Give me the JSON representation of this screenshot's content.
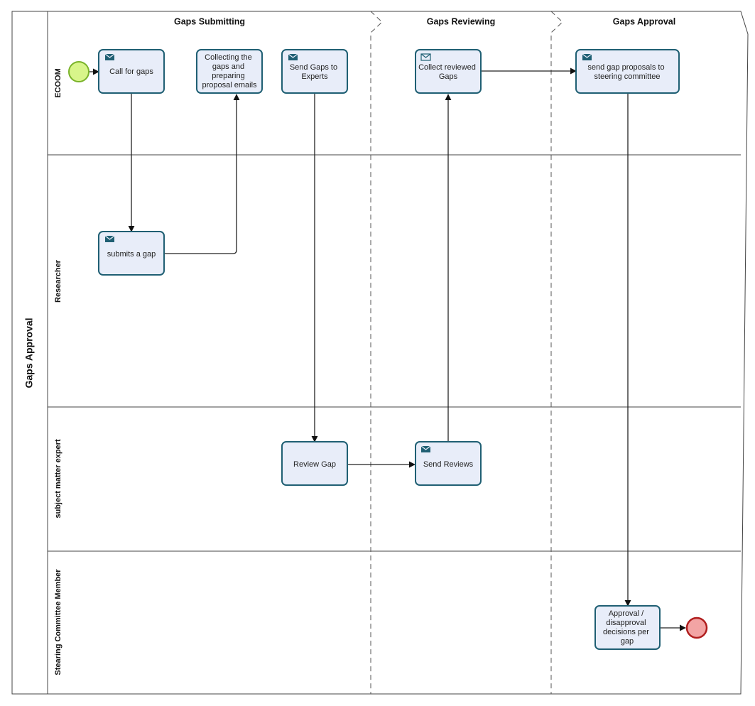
{
  "pool": {
    "title": "Gaps Approval"
  },
  "lanes": [
    {
      "id": "ecoom",
      "label": "ECOOM"
    },
    {
      "id": "researcher",
      "label": "Researcher"
    },
    {
      "id": "expert",
      "label": "subject matter expert"
    },
    {
      "id": "committee",
      "label": "Stearing Committee Member"
    }
  ],
  "phases": [
    {
      "id": "submitting",
      "label": "Gaps Submitting"
    },
    {
      "id": "reviewing",
      "label": "Gaps Reviewing"
    },
    {
      "id": "approval",
      "label": "Gaps Approval"
    }
  ],
  "tasks": [
    {
      "id": "call_for_gaps",
      "lines": [
        "Call for gaps"
      ],
      "icon": "envelope-filled-icon"
    },
    {
      "id": "collecting",
      "lines": [
        "Collecting the",
        "gaps and",
        "preparing",
        "proposal emails"
      ],
      "icon": ""
    },
    {
      "id": "send_gaps",
      "lines": [
        "Send Gaps to",
        "Experts"
      ],
      "icon": "envelope-filled-icon"
    },
    {
      "id": "collect_reviewed",
      "lines": [
        "Collect reviewed",
        "Gaps"
      ],
      "icon": "envelope-outline-icon"
    },
    {
      "id": "send_proposals",
      "lines": [
        "send gap proposals to",
        "steering committee"
      ],
      "icon": "envelope-filled-icon"
    },
    {
      "id": "submits_gap",
      "lines": [
        "submits a gap"
      ],
      "icon": "envelope-filled-icon"
    },
    {
      "id": "review_gap",
      "lines": [
        "Review Gap"
      ],
      "icon": ""
    },
    {
      "id": "send_reviews",
      "lines": [
        "Send Reviews"
      ],
      "icon": "envelope-filled-icon"
    },
    {
      "id": "decisions",
      "lines": [
        "Approval /",
        "disapproval",
        "decisions per",
        "gap"
      ],
      "icon": ""
    }
  ],
  "events": [
    {
      "id": "start",
      "type": "start"
    },
    {
      "id": "end",
      "type": "end"
    }
  ],
  "flows": [
    {
      "from": "start",
      "to": "call_for_gaps"
    },
    {
      "from": "call_for_gaps",
      "to": "submits_gap"
    },
    {
      "from": "submits_gap",
      "to": "collecting"
    },
    {
      "from": "send_gaps",
      "to": "review_gap"
    },
    {
      "from": "review_gap",
      "to": "send_reviews"
    },
    {
      "from": "send_reviews",
      "to": "collect_reviewed"
    },
    {
      "from": "collect_reviewed",
      "to": "send_proposals"
    },
    {
      "from": "send_proposals",
      "to": "decisions"
    },
    {
      "from": "decisions",
      "to": "end"
    }
  ],
  "colors": {
    "task_fill": "#e8edf9",
    "task_stroke": "#1f5f73",
    "icon": "#1f5f73",
    "start_fill": "#d8f58a",
    "start_stroke": "#7ab32a",
    "end_fill": "#f2a4a4",
    "end_stroke": "#b01e1e",
    "line": "#222222",
    "divider": "#555555"
  }
}
